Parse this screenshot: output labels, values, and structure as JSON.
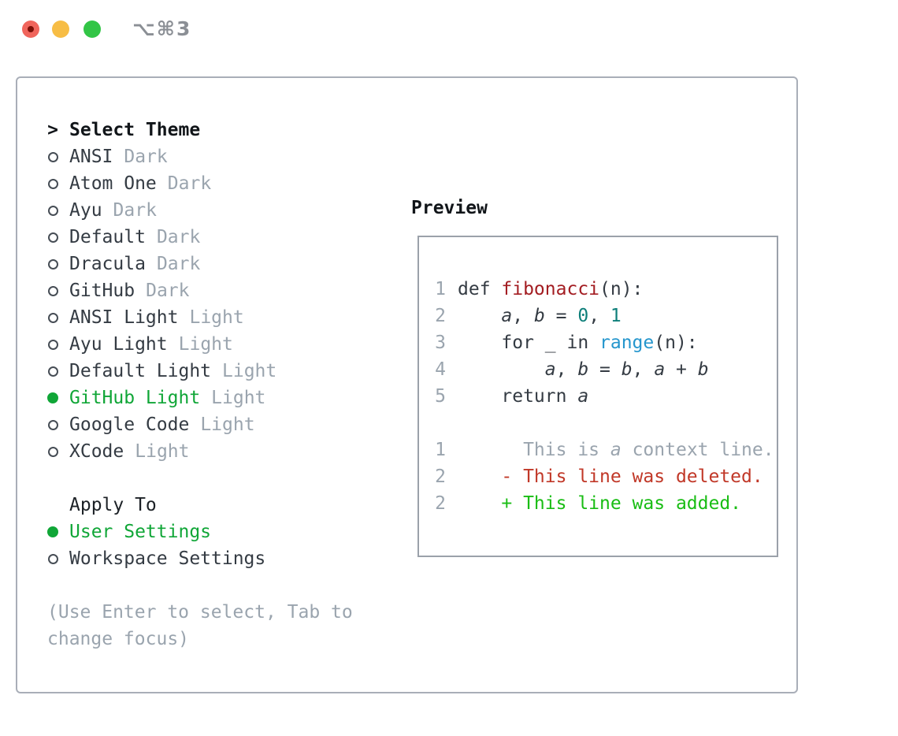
{
  "titlebar": {
    "shortcut": "⌥⌘3"
  },
  "palette": {
    "accent_green": "#10a637",
    "keyword_red": "#a31d22",
    "number_teal": "#0e7f7a",
    "builtin_blue": "#2596cd",
    "deleted_red": "#c13828",
    "added_green": "#19bd14",
    "muted_gray": "#9aa4ae",
    "border_gray": "#a9aeb8",
    "traffic_red": "#f0655c",
    "traffic_yellow": "#f7bd45",
    "traffic_green": "#32c546"
  },
  "theme_picker": {
    "prompt": ">",
    "title": "Select Theme",
    "items": [
      {
        "name": "ANSI",
        "tag": "Dark",
        "selected": false
      },
      {
        "name": "Atom One",
        "tag": "Dark",
        "selected": false
      },
      {
        "name": "Ayu",
        "tag": "Dark",
        "selected": false
      },
      {
        "name": "Default",
        "tag": "Dark",
        "selected": false
      },
      {
        "name": "Dracula",
        "tag": "Dark",
        "selected": false
      },
      {
        "name": "GitHub",
        "tag": "Dark",
        "selected": false
      },
      {
        "name": "ANSI Light",
        "tag": "Light",
        "selected": false
      },
      {
        "name": "Ayu Light",
        "tag": "Light",
        "selected": false
      },
      {
        "name": "Default Light",
        "tag": "Light",
        "selected": false
      },
      {
        "name": "GitHub Light",
        "tag": "Light",
        "selected": true
      },
      {
        "name": "Google Code",
        "tag": "Light",
        "selected": false
      },
      {
        "name": "XCode",
        "tag": "Light",
        "selected": false
      }
    ],
    "apply_to": {
      "title": "Apply To",
      "options": [
        {
          "name": "User Settings",
          "selected": true
        },
        {
          "name": "Workspace Settings",
          "selected": false
        }
      ]
    },
    "hint": "(Use Enter to select, Tab to change focus)"
  },
  "preview": {
    "title": "Preview",
    "code_lines": [
      {
        "num": "1",
        "segments": [
          {
            "t": "def "
          },
          {
            "t": "fibonacci"
          },
          {
            "t": "(n):"
          }
        ]
      },
      {
        "num": "2",
        "segments": [
          {
            "t": "    "
          },
          {
            "t": "a"
          },
          {
            "t": ", "
          },
          {
            "t": "b"
          },
          {
            "t": " = "
          },
          {
            "t": "0"
          },
          {
            "t": ", "
          },
          {
            "t": "1"
          }
        ]
      },
      {
        "num": "3",
        "segments": [
          {
            "t": "    for _ in "
          },
          {
            "t": "range"
          },
          {
            "t": "(n):"
          }
        ]
      },
      {
        "num": "4",
        "segments": [
          {
            "t": "        "
          },
          {
            "t": "a"
          },
          {
            "t": ", "
          },
          {
            "t": "b"
          },
          {
            "t": " = "
          },
          {
            "t": "b"
          },
          {
            "t": ", "
          },
          {
            "t": "a"
          },
          {
            "t": " + "
          },
          {
            "t": "b"
          }
        ]
      },
      {
        "num": "5",
        "segments": [
          {
            "t": "    return "
          },
          {
            "t": "a"
          }
        ]
      }
    ],
    "diff_lines": [
      {
        "num": "1",
        "segments": [
          {
            "t": "      This is "
          },
          {
            "t": "a"
          },
          {
            "t": " context line."
          }
        ]
      },
      {
        "num": "2",
        "segments": [
          {
            "t": "    - This line was deleted."
          }
        ]
      },
      {
        "num": "2",
        "segments": [
          {
            "t": "    + This line was added."
          }
        ]
      }
    ]
  }
}
